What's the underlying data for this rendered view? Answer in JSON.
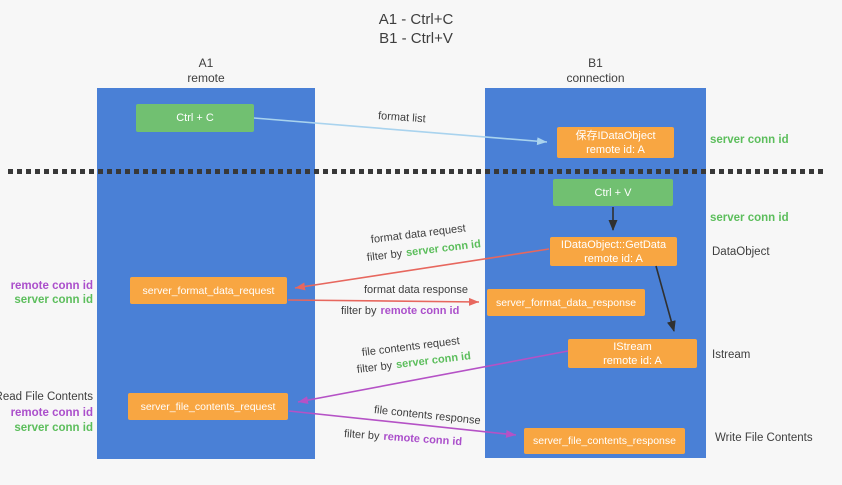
{
  "title": {
    "line1": "A1 - Ctrl+C",
    "line2": "B1 - Ctrl+V"
  },
  "columns": {
    "a1": {
      "title": "A1",
      "subtitle": "remote"
    },
    "b1": {
      "title": "B1",
      "subtitle": "connection"
    }
  },
  "nodes": {
    "ctrl_c": {
      "label": "Ctrl + C"
    },
    "save_idataobject": {
      "line1": "保存IDataObject",
      "line2": "remote id: A"
    },
    "ctrl_v": {
      "label": "Ctrl + V"
    },
    "getdata": {
      "line1": "IDataObject::GetData",
      "line2": "remote id: A"
    },
    "format_request": {
      "label": "server_format_data_request"
    },
    "format_response": {
      "label": "server_format_data_response"
    },
    "istream": {
      "line1": "IStream",
      "line2": "remote id: A"
    },
    "file_request": {
      "label": "server_file_contents_request"
    },
    "file_response": {
      "label": "server_file_contents_response"
    }
  },
  "edges": {
    "format_list": {
      "label": "format list"
    },
    "format_data_request": {
      "label": "format data request",
      "filter_prefix": "filter by",
      "filter_key": "server conn id"
    },
    "format_data_response": {
      "label": "format data response",
      "filter_prefix": "filter by",
      "filter_key": "remote conn id"
    },
    "file_contents_request": {
      "label": "file contents request",
      "filter_prefix": "filter by",
      "filter_key": "server conn id"
    },
    "file_contents_response": {
      "label": "file contents response",
      "filter_prefix": "filter by",
      "filter_key": "remote conn id"
    }
  },
  "side_labels": {
    "right_server_conn_top": "server conn id",
    "right_server_conn_mid": "server conn id",
    "right_dataobject": "DataObject",
    "right_istream": "Istream",
    "right_write_file": "Write File Contents",
    "left_remote_conn_top": "remote conn id",
    "left_server_conn_top": "server conn id",
    "left_read_file": "Read File Contents",
    "left_remote_conn_bottom": "remote conn id",
    "left_server_conn_bottom": "server conn id"
  },
  "colors": {
    "column_blue": "#4a80d6",
    "box_green": "#71c071",
    "box_orange": "#f8a642",
    "text_green": "#5cbe5c",
    "text_purple": "#ab4fcb",
    "arrow_red": "#e7675e",
    "arrow_purple": "#b552c6",
    "arrow_blue": "#a9d3ee",
    "arrow_black": "#303030"
  }
}
